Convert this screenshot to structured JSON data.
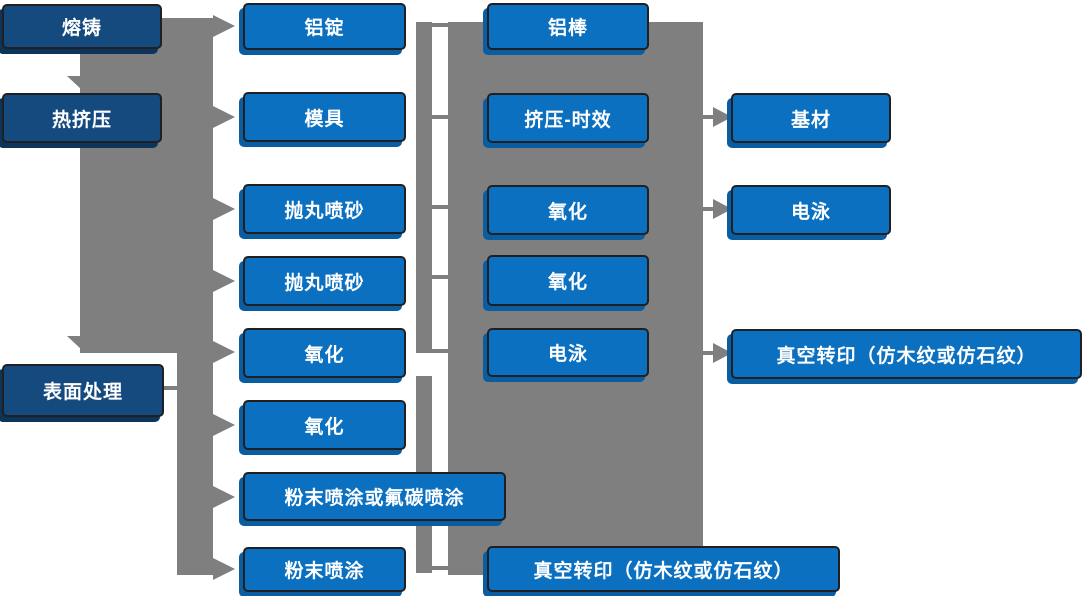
{
  "diagram_type": "flowchart",
  "language": "zh-CN",
  "colors": {
    "box_fill_light": "#0b70c0",
    "box_fill_dark": "#154a7e",
    "box_border": "#1e2023",
    "box_text": "#ffffff",
    "connector_gray": "#7f7f7f",
    "background": "#ffffff"
  },
  "columns": [
    {
      "name": "main-process-stages",
      "boxes": [
        {
          "label": "熔铸"
        },
        {
          "label": "热挤压"
        },
        {
          "label": "表面处理"
        }
      ]
    },
    {
      "name": "stage-two-steps",
      "boxes": [
        {
          "label": "铝锭"
        },
        {
          "label": "模具"
        },
        {
          "label": "抛丸喷砂"
        },
        {
          "label": "抛丸喷砂"
        },
        {
          "label": "氧化"
        },
        {
          "label": "氧化"
        },
        {
          "label": "粉末喷涂或氟碳喷涂"
        },
        {
          "label": "粉末喷涂"
        }
      ]
    },
    {
      "name": "stage-three-steps",
      "boxes": [
        {
          "label": "铝棒"
        },
        {
          "label": "挤压-时效"
        },
        {
          "label": "氧化"
        },
        {
          "label": "氧化"
        },
        {
          "label": "电泳"
        },
        {
          "label": "真空转印（仿木纹或仿石纹）"
        }
      ]
    },
    {
      "name": "stage-four-outputs",
      "boxes": [
        {
          "label": "基材"
        },
        {
          "label": "电泳"
        },
        {
          "label": "真空转印（仿木纹或仿石纹）"
        }
      ]
    }
  ],
  "edges": [
    {
      "from": "熔铸",
      "to": "热挤压",
      "direction": "down"
    },
    {
      "from": "热挤压",
      "to": "表面处理",
      "direction": "down"
    },
    {
      "from": "left-bus",
      "to": "铝锭",
      "direction": "right"
    },
    {
      "from": "left-bus",
      "to": "模具",
      "direction": "right"
    },
    {
      "from": "left-bus",
      "to": "抛丸喷砂",
      "direction": "right"
    },
    {
      "from": "left-bus",
      "to": "抛丸喷砂",
      "direction": "right"
    },
    {
      "from": "left-bus",
      "to": "氧化",
      "direction": "right"
    },
    {
      "from": "left-bus",
      "to": "氧化",
      "direction": "right"
    },
    {
      "from": "left-bus",
      "to": "粉末喷涂或氟碳喷涂",
      "direction": "right"
    },
    {
      "from": "left-bus",
      "to": "粉末喷涂",
      "direction": "right"
    },
    {
      "from": "挤压-时效",
      "to": "基材",
      "direction": "right"
    },
    {
      "from": "氧化",
      "to": "电泳",
      "direction": "right"
    },
    {
      "from": "电泳",
      "to": "真空转印（仿木纹或仿石纹）",
      "direction": "right"
    }
  ]
}
